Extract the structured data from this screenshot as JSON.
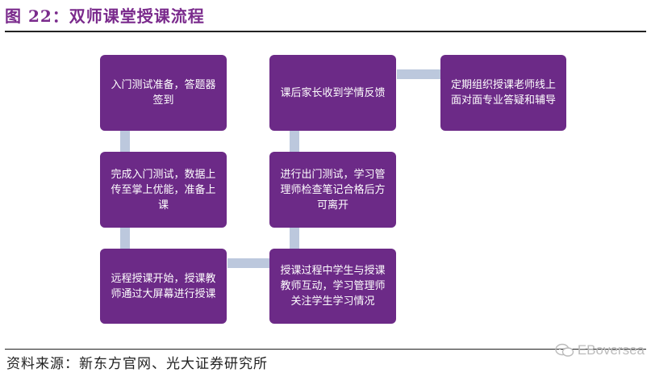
{
  "figure": {
    "title": "图 22：双师课堂授课流程",
    "source": "资料来源：新东方官网、光大证券研究所",
    "watermark": "EBoversea"
  },
  "steps": [
    {
      "text": "入门测试准备，答题器签到"
    },
    {
      "text": "完成入门测试，数据上传至掌上优能，准备上课"
    },
    {
      "text": "远程授课开始，授课教师通过大屏幕进行授课"
    },
    {
      "text": "授课过程中学生与授课教师互动，学习管理师关注学生学习情况"
    },
    {
      "text": "进行出门测试，学习管理师检查笔记合格后方可离开"
    },
    {
      "text": "课后家长收到学情反馈"
    },
    {
      "text": "定期组织授课老师线上面对面专业答疑和辅导"
    }
  ],
  "colors": {
    "box": "#6c2a87",
    "connector": "#bcc8dd",
    "title": "#7a2a8c"
  }
}
